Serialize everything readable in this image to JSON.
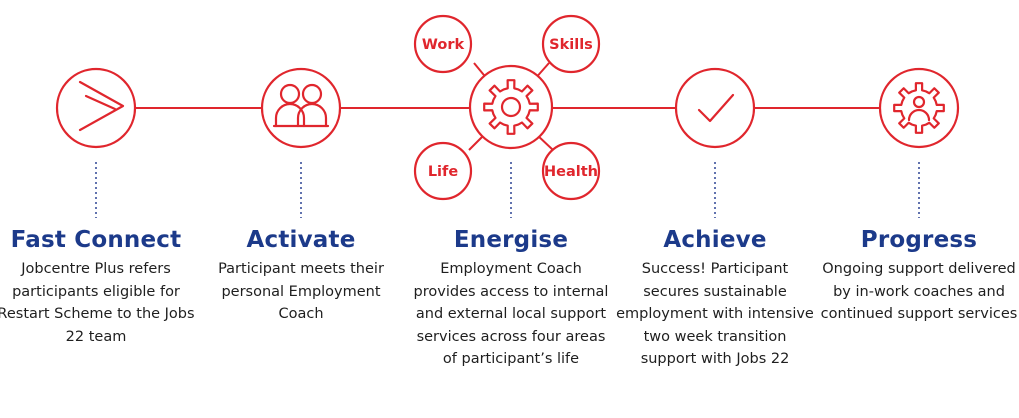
{
  "colors": {
    "accent_red": "#e0262d",
    "navy": "#1c3a8a",
    "text_dark": "#1f1f1f",
    "connector_dots": "#3a4f9a"
  },
  "stages": [
    {
      "title": "Fast Connect",
      "description": "Jobcentre Plus refers participants eligible for Restart Scheme to the Jobs 22 team",
      "icon": "chevron-arrow-icon"
    },
    {
      "title": "Activate",
      "description": "Participant meets their personal Employment Coach",
      "icon": "two-people-icon"
    },
    {
      "title": "Energise",
      "description": "Employment Coach provides access to internal and external local support services across four areas of participant’s life",
      "icon": "gear-icon"
    },
    {
      "title": "Achieve",
      "description": "Success! Participant secures sustainable employment with intensive two week transition support with Jobs 22",
      "icon": "checkmark-icon"
    },
    {
      "title": "Progress",
      "description": "Ongoing support delivered by in-work coaches and continued support services",
      "icon": "person-gear-icon"
    }
  ],
  "energise_areas": [
    "Work",
    "Skills",
    "Life",
    "Health"
  ]
}
